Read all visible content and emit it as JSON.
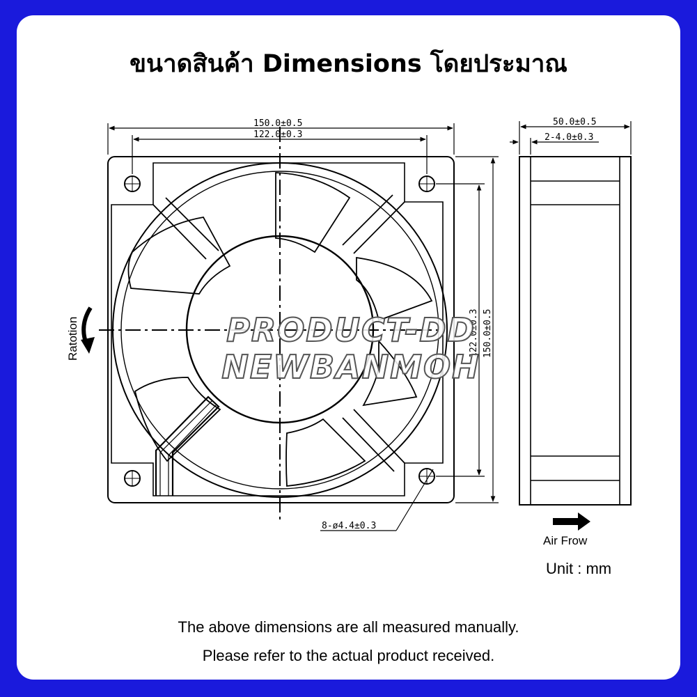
{
  "title": "ขนาดสินค้า Dimensions โดยประมาณ",
  "front_view": {
    "width_outer": "150.0±0.5",
    "width_holes": "122.0±0.3",
    "height_holes": "122.0±0.3",
    "height_outer": "150.0±0.5",
    "hole_spec": "8-ø4.4±0.3",
    "rotation_label": "Ratotion"
  },
  "side_view": {
    "depth": "50.0±0.5",
    "flange": "2-4.0±0.3",
    "airflow_label": "Air Frow"
  },
  "unit_label": "Unit : mm",
  "watermark": {
    "line1": "PRODUCT-DD",
    "line2": "NEWBANMOH"
  },
  "notes": [
    "The above dimensions are all measured manually.",
    "Please refer to the actual product received."
  ]
}
